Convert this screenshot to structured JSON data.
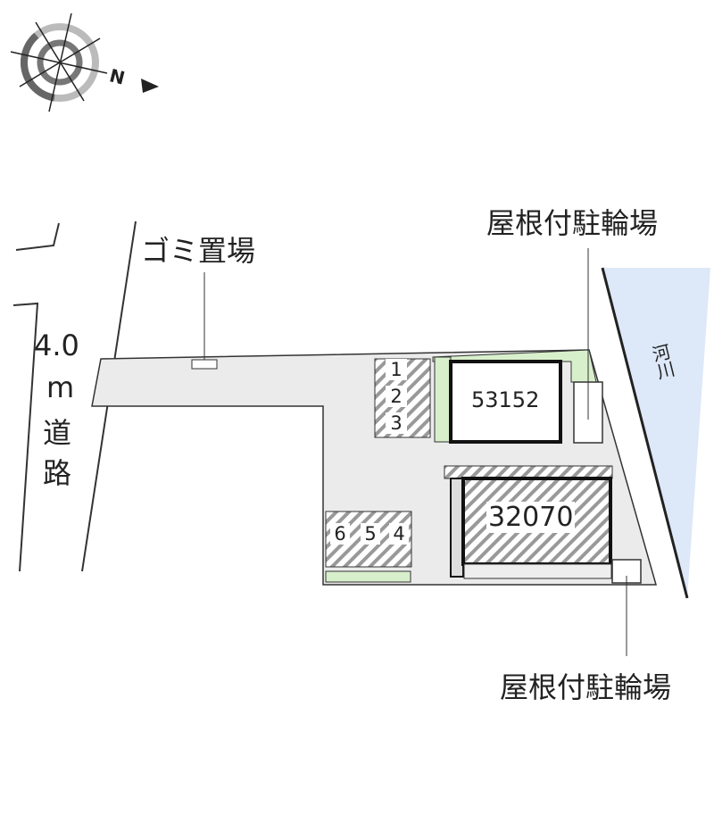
{
  "compass": {
    "north_label": "N"
  },
  "road": {
    "width": "4.0",
    "unit": "m",
    "label_1": "道",
    "label_2": "路"
  },
  "labels": {
    "garbage": "ゴミ置場",
    "bike_parking_top": "屋根付駐輪場",
    "bike_parking_bottom": "屋根付駐輪場",
    "river": "河川"
  },
  "buildings": [
    {
      "id": "53152"
    },
    {
      "id": "32070"
    }
  ],
  "parking": [
    "1",
    "2",
    "3",
    "4",
    "5",
    "6"
  ],
  "colors": {
    "lot": "#ebebeb",
    "river": "#dde8f8",
    "green": "#d8efcc"
  }
}
